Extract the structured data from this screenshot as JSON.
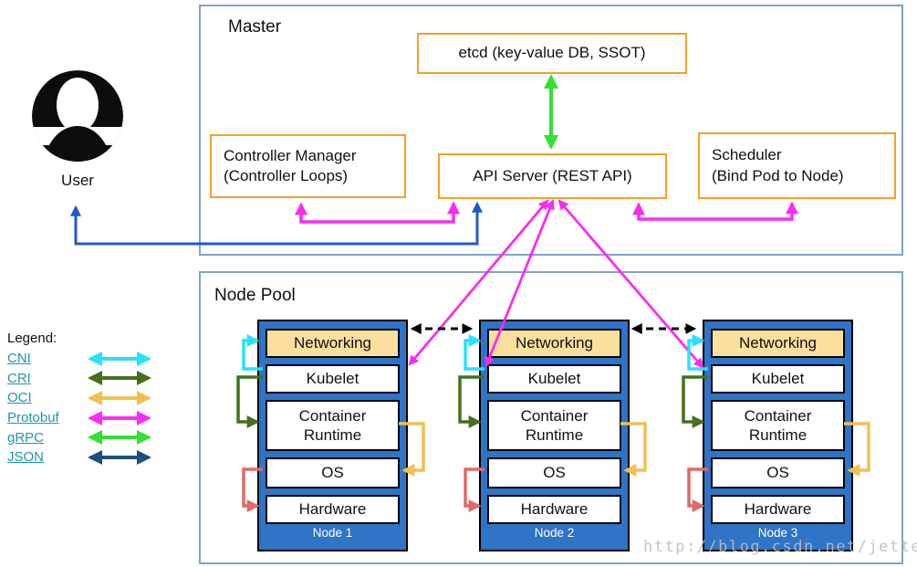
{
  "palette": {
    "cyan": "#29e1fc",
    "dark_green": "#44701f",
    "gold": "#f0c052",
    "magenta": "#fb2bf0",
    "green": "#35df35",
    "navy": "#1f4e79",
    "blue": "#2357c9",
    "salmon": "#e06a6a",
    "black": "#000000",
    "node_blue": "#2f74c6",
    "tan": "#fbdf9d",
    "orange_border": "#f5a028",
    "panel_border": "#7fa2cf",
    "link_teal": "#2196a8"
  },
  "master": {
    "title": "Master",
    "etcd_label": "etcd (key-value DB, SSOT)",
    "controller_manager": {
      "line1": "Controller Manager",
      "line2": "(Controller Loops)"
    },
    "api_server_label": "API Server (REST API)",
    "scheduler": {
      "line1": "Scheduler",
      "line2": "(Bind Pod to Node)"
    }
  },
  "user": {
    "label": "User"
  },
  "node_pool": {
    "title": "Node Pool",
    "nodes": [
      {
        "name": "Node 1"
      },
      {
        "name": "Node 2"
      },
      {
        "name": "Node 3"
      }
    ]
  },
  "node_layers": {
    "networking": "Networking",
    "kubelet": "Kubelet",
    "container_runtime_line1": "Container",
    "container_runtime_line2": "Runtime",
    "os": "OS",
    "hardware": "Hardware"
  },
  "legend": {
    "title": "Legend:",
    "items": [
      {
        "label": "CNI",
        "color": "cyan"
      },
      {
        "label": "CRI",
        "color": "dark_green"
      },
      {
        "label": "OCI",
        "color": "gold"
      },
      {
        "label": "Protobuf",
        "color": "magenta"
      },
      {
        "label": "gRPC",
        "color": "green"
      },
      {
        "label": "JSON",
        "color": "navy"
      }
    ]
  },
  "watermark": "http://blog.csdn.net/jettery"
}
